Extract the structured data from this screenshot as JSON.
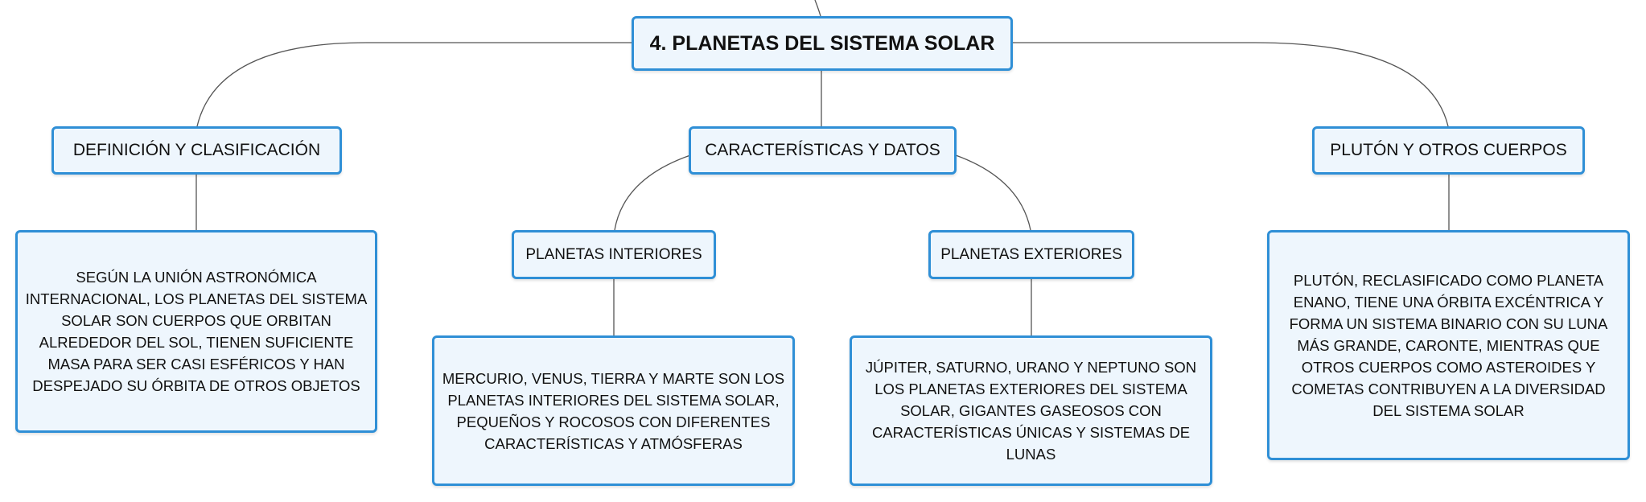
{
  "root": {
    "label": "4. PLANETAS DEL SISTEMA SOLAR"
  },
  "branches": {
    "definicion": {
      "label": "DEFINICIÓN Y CLASIFICACIÓN",
      "text": "SEGÚN LA UNIÓN ASTRONÓMICA INTERNACIONAL, LOS PLANETAS DEL SISTEMA SOLAR SON CUERPOS QUE ORBITAN ALREDEDOR DEL SOL, TIENEN SUFICIENTE MASA PARA SER CASI ESFÉRICOS Y HAN DESPEJADO SU ÓRBITA DE OTROS OBJETOS"
    },
    "caracteristicas": {
      "label": "CARACTERÍSTICAS Y DATOS",
      "interiores": {
        "label": "PLANETAS INTERIORES",
        "text": "MERCURIO, VENUS, TIERRA Y MARTE SON LOS PLANETAS INTERIORES DEL SISTEMA SOLAR, PEQUEÑOS Y ROCOSOS CON DIFERENTES CARACTERÍSTICAS Y ATMÓSFERAS"
      },
      "exteriores": {
        "label": "PLANETAS EXTERIORES",
        "text": "JÚPITER, SATURNO, URANO Y NEPTUNO SON LOS PLANETAS EXTERIORES DEL SISTEMA SOLAR, GIGANTES GASEOSOS CON CARACTERÍSTICAS ÚNICAS Y SISTEMAS DE LUNAS"
      }
    },
    "pluton": {
      "label": "PLUTÓN Y OTROS CUERPOS",
      "text": "PLUTÓN, RECLASIFICADO COMO PLANETA ENANO, TIENE UNA ÓRBITA EXCÉNTRICA Y FORMA UN SISTEMA BINARIO CON SU LUNA MÁS GRANDE, CARONTE, MIENTRAS QUE OTROS CUERPOS COMO ASTEROIDES Y COMETAS CONTRIBUYEN A LA DIVERSIDAD DEL SISTEMA SOLAR"
    }
  }
}
